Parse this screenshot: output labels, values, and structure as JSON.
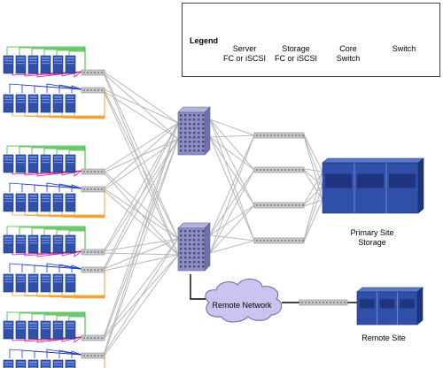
{
  "legend": {
    "title": "Legend",
    "items": [
      {
        "key": "server",
        "line1": "Server",
        "line2": "FC or iSCSI"
      },
      {
        "key": "storage",
        "line1": "Storage",
        "line2": "FC or iSCSI"
      },
      {
        "key": "core_switch",
        "line1": "Core",
        "line2": "Switch"
      },
      {
        "key": "switch",
        "line1": "Switch",
        "line2": ""
      }
    ]
  },
  "labels": {
    "primary_line1": "Primary Site",
    "primary_line2": "Storage",
    "remote_network": "Remote Network",
    "remote_site": "Remote Site"
  },
  "groups": [
    {
      "id": "server-group-1"
    },
    {
      "id": "server-group-2"
    },
    {
      "id": "server-group-3"
    },
    {
      "id": "server-group-4"
    }
  ],
  "colors": {
    "server_blue": "#2f4fa8",
    "server_dark": "#1d3378",
    "core_switch": "#8d8fc4",
    "edge_switch": "#c8c8cc",
    "link_gray": "#b8b8b8",
    "link_green": "#3cb83c",
    "link_magenta": "#d11a8a",
    "link_blue": "#1a3cc0",
    "link_orange": "#f0a030",
    "cloud": "#c9c5ee"
  }
}
